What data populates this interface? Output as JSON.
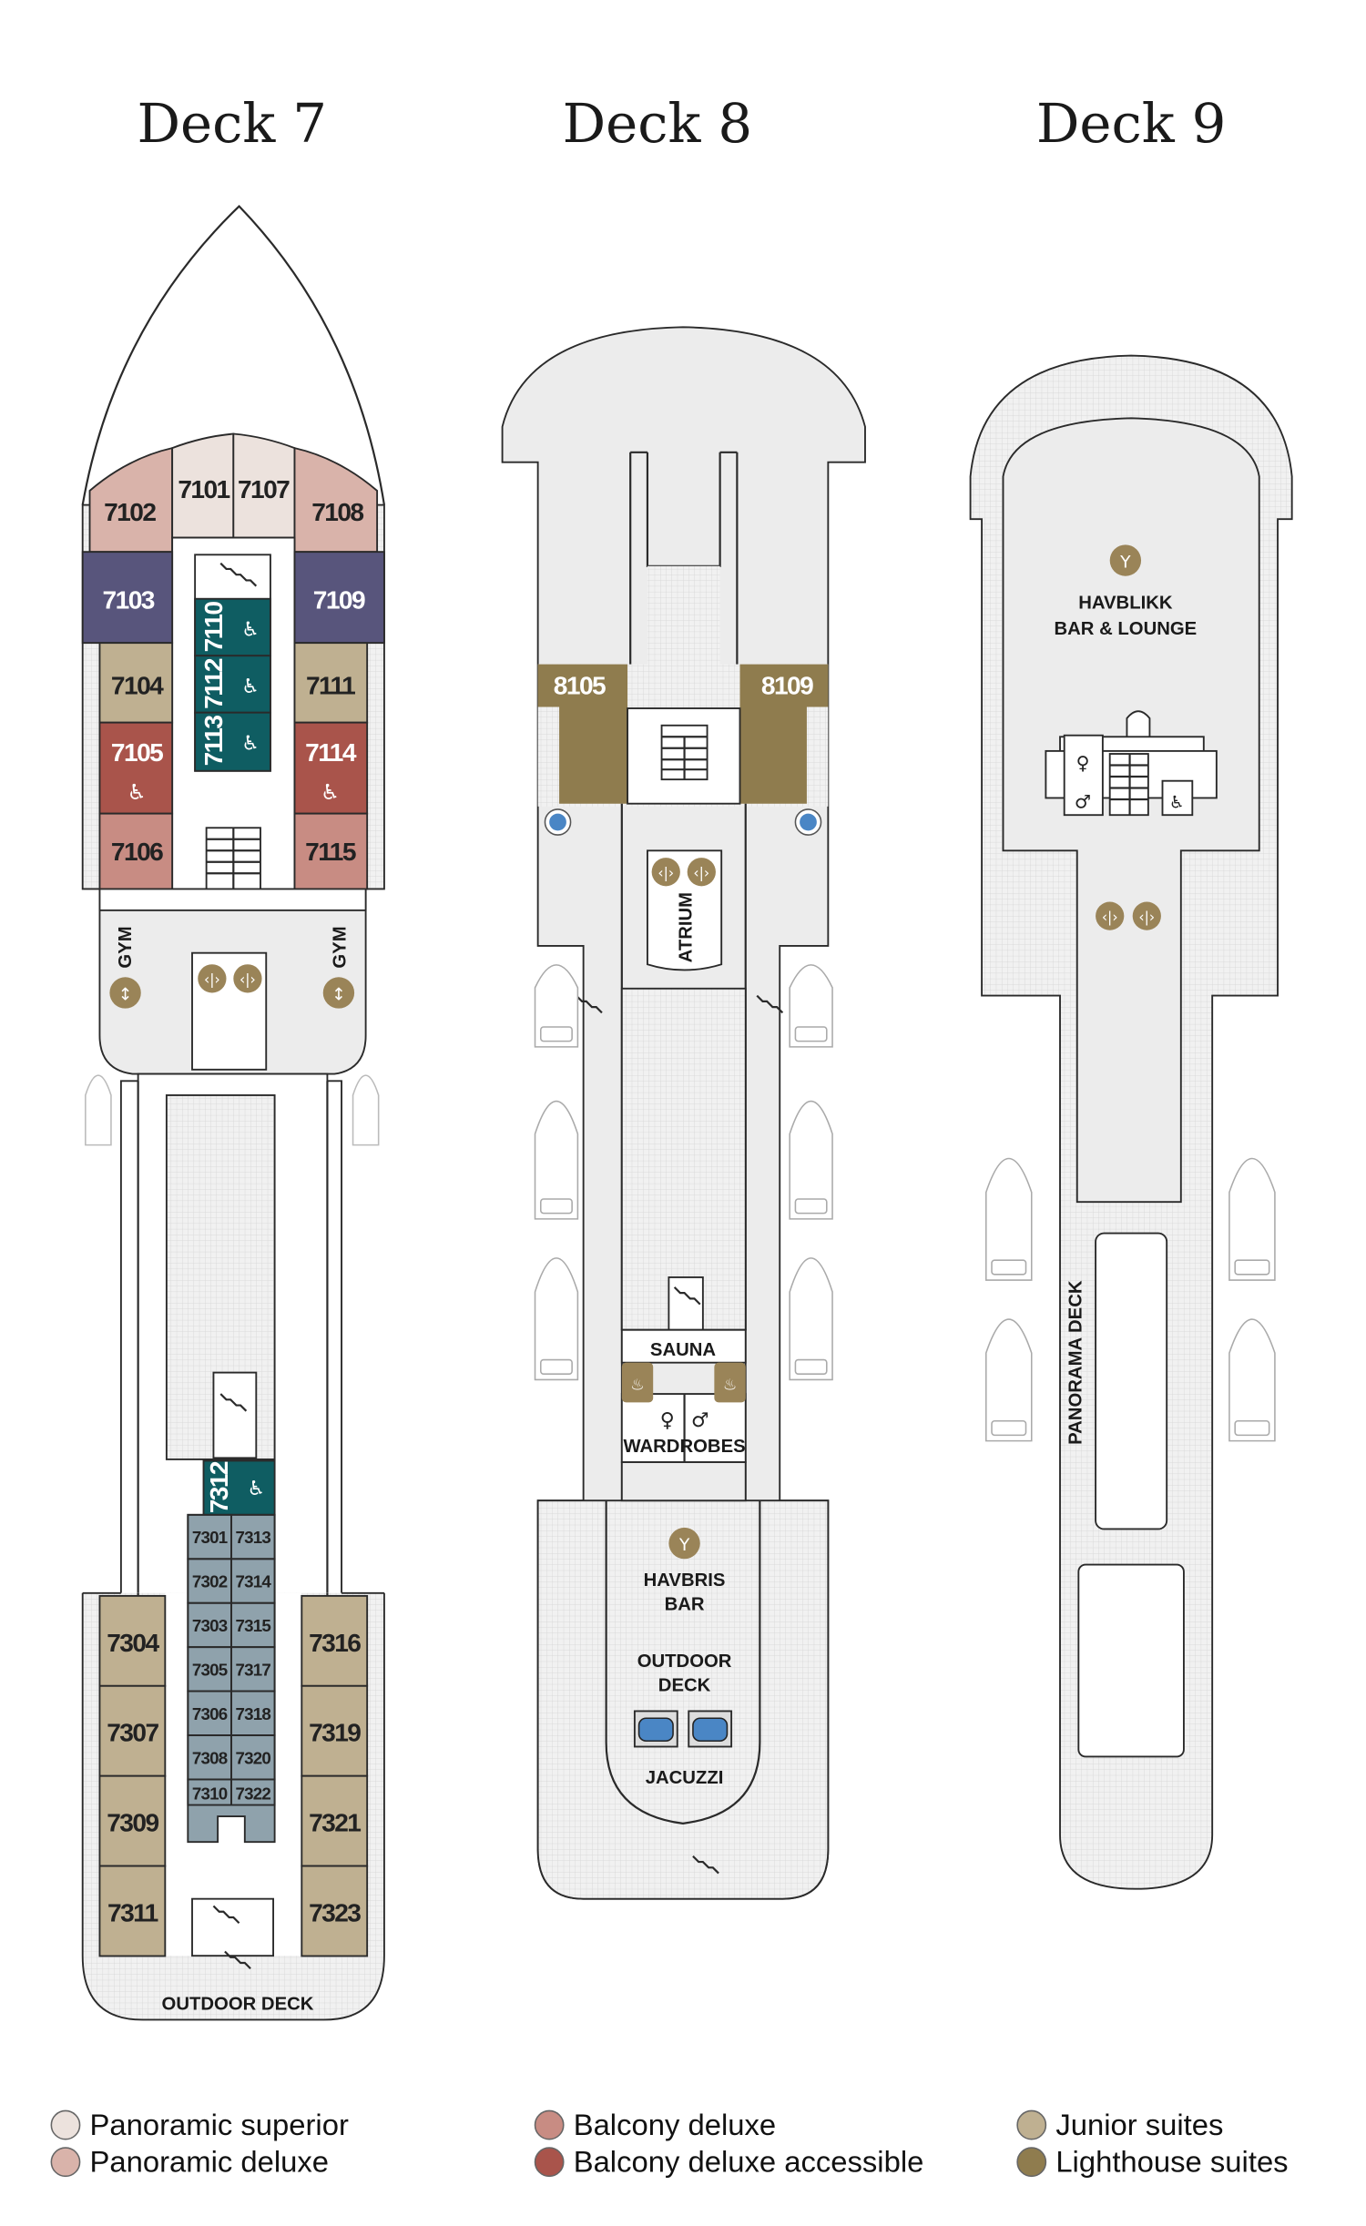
{
  "decks": [
    {
      "title": "Deck 7",
      "cabins_forward": [
        "7101",
        "7107",
        "7102",
        "7108",
        "7103",
        "7109",
        "7104",
        "7111",
        "7105",
        "7114",
        "7106",
        "7115"
      ],
      "cabins_accessible_center": [
        "7110",
        "7112",
        "7113"
      ],
      "gym_label": "GYM",
      "cabin_7312": "7312",
      "inner_cabins": [
        [
          "7301",
          "7313"
        ],
        [
          "7302",
          "7314"
        ],
        [
          "7303",
          "7315"
        ],
        [
          "7305",
          "7317"
        ],
        [
          "7306",
          "7318"
        ],
        [
          "7308",
          "7320"
        ],
        [
          "7310",
          "7322"
        ]
      ],
      "aft_left": [
        "7304",
        "7307",
        "7309",
        "7311"
      ],
      "aft_right": [
        "7316",
        "7319",
        "7321",
        "7323"
      ],
      "outdoor_label": "OUTDOOR DECK"
    },
    {
      "title": "Deck 8",
      "suites": [
        "8105",
        "8109"
      ],
      "atrium_label": "ATRIUM",
      "sauna_label": "SAUNA",
      "wardrobes_label": "WARDROBES",
      "bar_line1": "HAVBRIS",
      "bar_line2": "BAR",
      "outdoor_line1": "OUTDOOR",
      "outdoor_line2": "DECK",
      "jacuzzi_label": "JACUZZI"
    },
    {
      "title": "Deck 9",
      "bar_line1": "HAVBLIKK",
      "bar_line2": "BAR & LOUNGE",
      "panorama_label": "PANORAMA DECK"
    }
  ],
  "legend": [
    {
      "label": "Panoramic superior",
      "color": "#ece2dd"
    },
    {
      "label": "Panoramic deluxe",
      "color": "#d9b3aa"
    },
    {
      "label": "Balcony deluxe",
      "color": "#c88c83"
    },
    {
      "label": "Balcony deluxe accessible",
      "color": "#a9544b"
    },
    {
      "label": "Junior suites",
      "color": "#bfb091"
    },
    {
      "label": "Lighthouse suites",
      "color": "#8f7c4e"
    }
  ],
  "colors": {
    "panoramic_superior": "#ece2dd",
    "panoramic_deluxe": "#d9b3aa",
    "balcony_deluxe": "#c88c83",
    "balcony_accessible": "#a9544b",
    "junior_suite": "#bfb091",
    "lighthouse_suite": "#8f7c4e",
    "purple_cabin": "#58557c",
    "teal_accessible": "#0f5d62",
    "inside_cabin": "#8fa2ac",
    "icon_gold": "#9a8458",
    "deck_grey": "#ececec",
    "jacuzzi_blue": "#4a86c5"
  }
}
